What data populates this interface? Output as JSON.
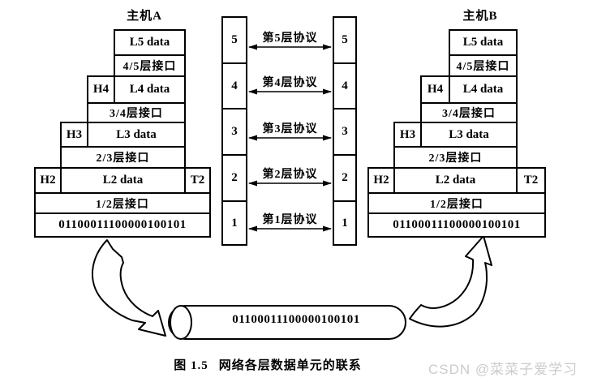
{
  "figure": {
    "caption_number": "图 1.5",
    "caption_title": "网络各层数据单元的联系",
    "watermark": "CSDN @菜菜子爱学习"
  },
  "host_a": {
    "title": "主机A"
  },
  "host_b": {
    "title": "主机B"
  },
  "layers": {
    "l5_data": "L5 data",
    "if_4_5": "4/5层接口",
    "h4": "H4",
    "l4_data": "L4 data",
    "if_3_4": "3/4层接口",
    "h3": "H3",
    "l3_data": "L3 data",
    "if_2_3": "2/3层接口",
    "h2": "H2",
    "l2_data": "L2 data",
    "t2": "T2",
    "if_1_2": "1/2层接口",
    "bits": "01100011100000100101"
  },
  "protocol_stack": {
    "levels": [
      "5",
      "4",
      "3",
      "2",
      "1"
    ],
    "protocol_labels": [
      "第5层协议",
      "第4层协议",
      "第3层协议",
      "第2层协议",
      "第1层协议"
    ]
  },
  "medium": {
    "bits": "01100011100000100101"
  },
  "colors": {
    "line": "#000000",
    "watermark": "#cbcbcb",
    "background": "#ffffff"
  }
}
